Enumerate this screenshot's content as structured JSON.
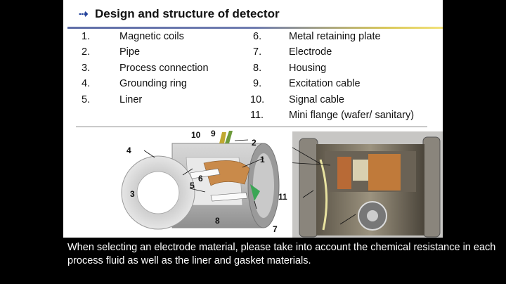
{
  "title": {
    "arrow": "⇢",
    "text": "Design and structure of detector"
  },
  "components_left": [
    {
      "num": "1.",
      "label": "Magnetic coils"
    },
    {
      "num": "2.",
      "label": "Pipe"
    },
    {
      "num": "3.",
      "label": "Process connection"
    },
    {
      "num": "4.",
      "label": "Grounding ring"
    },
    {
      "num": "5.",
      "label": "Liner"
    }
  ],
  "components_right": [
    {
      "num": "6.",
      "label": "Metal retaining plate"
    },
    {
      "num": "7.",
      "label": "Electrode"
    },
    {
      "num": "8.",
      "label": "Housing"
    },
    {
      "num": "9.",
      "label": "Excitation cable"
    },
    {
      "num": "10.",
      "label": "Signal cable"
    },
    {
      "num": "11.",
      "label": "Mini flange (wafer/ sanitary)"
    }
  ],
  "diagram_callouts": [
    "1",
    "2",
    "3",
    "4",
    "5",
    "6",
    "8",
    "9",
    "10"
  ],
  "photo_callouts": [
    "7",
    "11"
  ],
  "caption": "When selecting an electrode material, please take into account the chemical resistance in each process fluid as well as the liner and gasket materials.",
  "colors": {
    "background": "#000000",
    "slide": "#ffffff",
    "accent": "#1f3f99",
    "rule_start": "#5f6ea8",
    "rule_end": "#f3e27a"
  }
}
